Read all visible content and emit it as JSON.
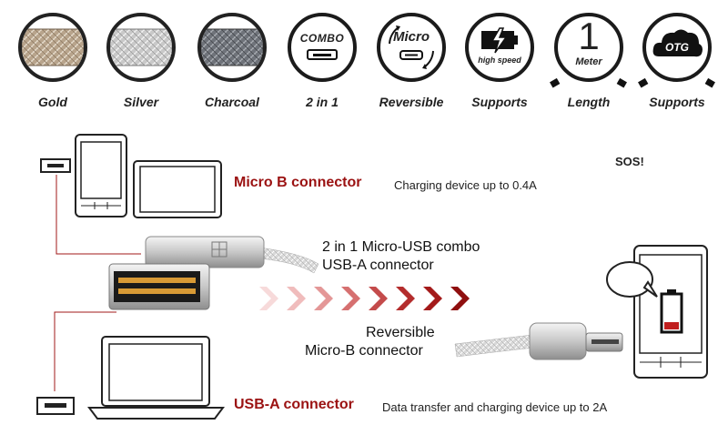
{
  "features": [
    {
      "icon": "gold-swatch",
      "label": "Gold",
      "color": "#b8a48c"
    },
    {
      "icon": "silver-swatch",
      "label": "Silver",
      "color": "#c9c9c9"
    },
    {
      "icon": "charcoal-swatch",
      "label": "Charcoal",
      "color": "#6f737a"
    },
    {
      "icon": "combo-port-icon",
      "label": "2 in 1",
      "badge_text": "COMBO"
    },
    {
      "icon": "micro-reversible-icon",
      "label": "Reversible",
      "badge_text": "Micro"
    },
    {
      "icon": "high-speed-battery-icon",
      "label": "Supports",
      "badge_text": "high speed"
    },
    {
      "icon": "meter-cable-icon",
      "label": "Length",
      "badge_number": "1",
      "badge_text": "Meter"
    },
    {
      "icon": "otg-cloud-icon",
      "label": "Supports",
      "badge_text": "OTG"
    }
  ],
  "connectors": {
    "micro_b": {
      "title": "Micro B connector",
      "desc": "Charging device up to 0.4A"
    },
    "usb_a": {
      "title": "USB-A connector",
      "desc": "Data transfer and charging device up to 2A"
    },
    "combo_line1": "2 in 1 Micro-USB combo",
    "combo_line2": "USB-A connector",
    "reversible_line1": "Reversible",
    "reversible_line2": "Micro-B connector",
    "sos": "SOS!"
  },
  "colors": {
    "accent_red": "#9b1212",
    "outline": "#1b1b1b"
  }
}
